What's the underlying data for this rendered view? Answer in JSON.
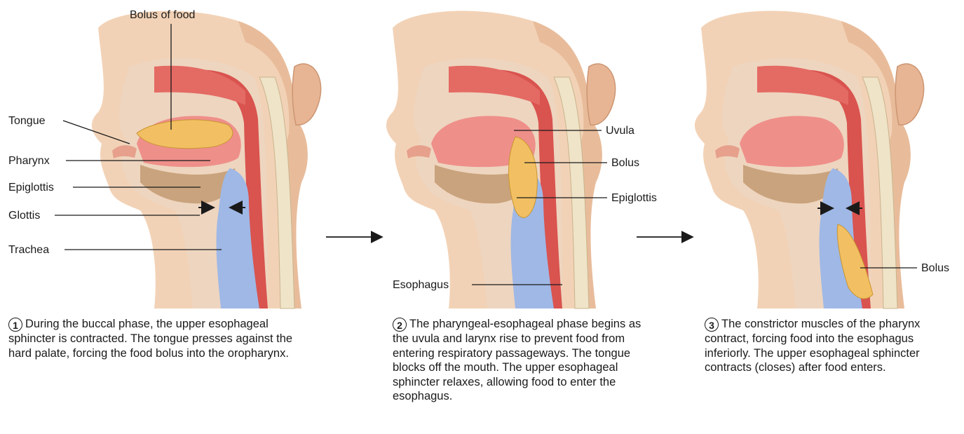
{
  "steps": [
    {
      "number": "1",
      "caption": "During the buccal phase, the upper esophageal sphincter is contracted. The tongue presses against the hard palate, forcing the food bolus into the oropharynx.",
      "labels": [
        "Bolus of food",
        "Tongue",
        "Pharynx",
        "Epiglottis",
        "Glottis",
        "Trachea"
      ]
    },
    {
      "number": "2",
      "caption": "The pharyngeal-esophageal phase begins as the uvula and larynx rise to prevent food from entering respiratory passageways. The tongue blocks off the mouth. The upper esophageal sphincter relaxes, allowing food to enter the esophagus.",
      "labels": [
        "Uvula",
        "Bolus",
        "Epiglottis",
        "Esophagus"
      ]
    },
    {
      "number": "3",
      "caption": "The constrictor muscles of the pharynx contract, forcing food into the esophagus inferiorly. The upper esophageal sphincter contracts (closes) after food enters.",
      "labels": [
        "Bolus"
      ]
    }
  ],
  "colors": {
    "skin": "#f2d2b6",
    "skin_shadow": "#e3b08c",
    "pharynx": "#d9534f",
    "tongue": "#ef8f8a",
    "bolus": "#f2c063",
    "airway": "#9fb8e6",
    "spine": "#efe3c8"
  }
}
